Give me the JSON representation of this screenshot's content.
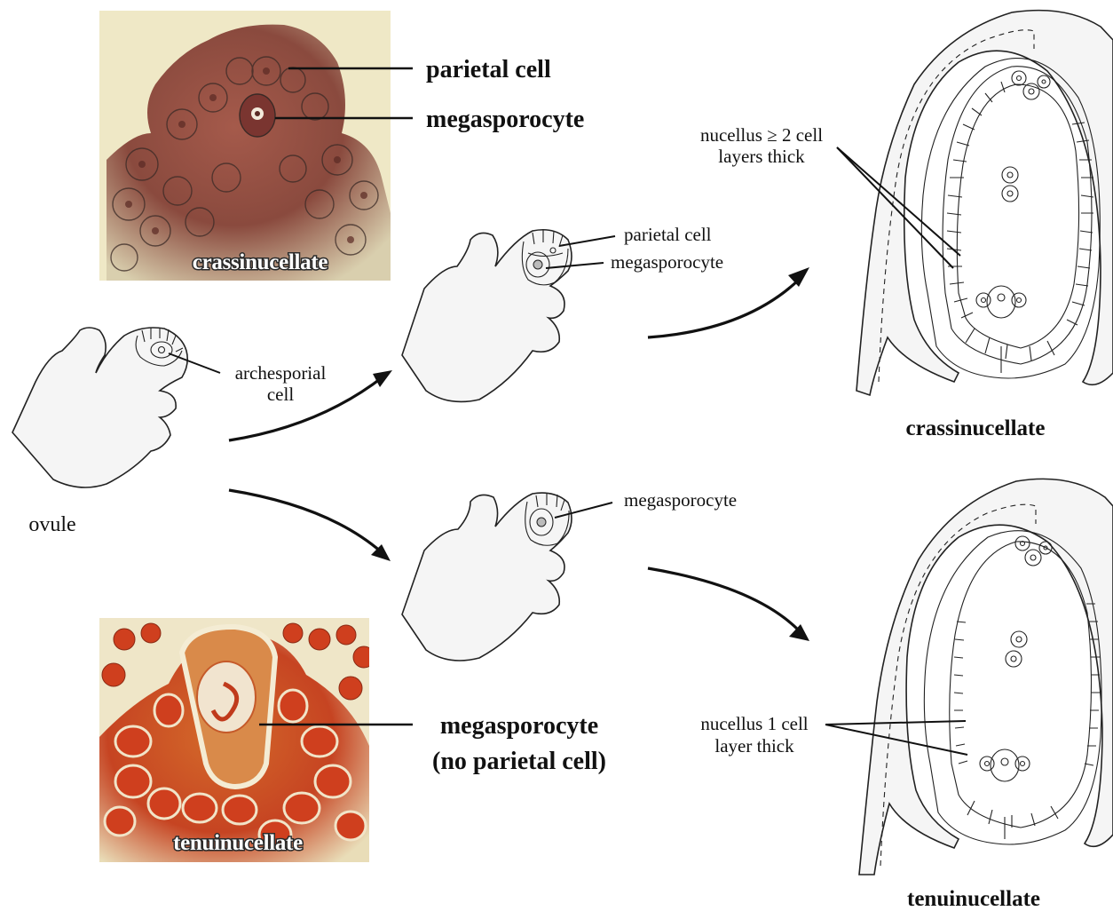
{
  "photos": {
    "top": {
      "caption": "crassinucellate",
      "labels": {
        "parietal": "parietal cell",
        "megasporocyte": "megasporocyte"
      }
    },
    "bottom": {
      "caption": "tenuinucellate",
      "labels": {
        "line1": "megasporocyte",
        "line2": "(no parietal cell)"
      }
    }
  },
  "ovule": {
    "label": "ovule",
    "archesporial_line1": "archesporial",
    "archesporial_line2": "cell"
  },
  "mid_top": {
    "parietal": "parietal cell",
    "megasporocyte": "megasporocyte"
  },
  "mid_bottom": {
    "megasporocyte": "megasporocyte"
  },
  "right_top": {
    "note_line1": "nucellus ≥ 2 cell",
    "note_line2": "layers thick",
    "type": "crassinucellate"
  },
  "right_bottom": {
    "note_line1": "nucellus 1 cell",
    "note_line2": "layer thick",
    "type": "tenuinucellate"
  },
  "colors": {
    "photo_top_bg": "#8e4a3f",
    "photo_bottom_bg": "#d64a22",
    "photo_light": "#efe6c8",
    "line": "#111111"
  }
}
